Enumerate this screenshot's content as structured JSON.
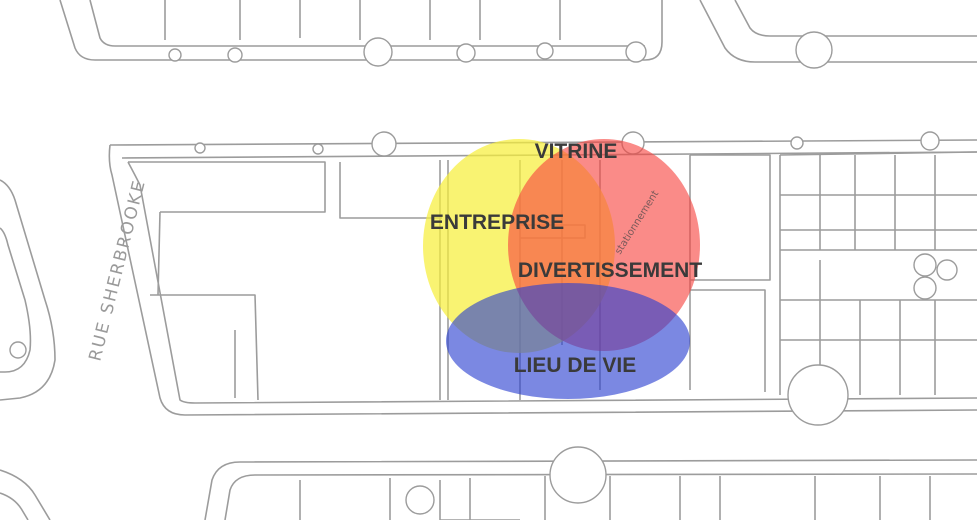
{
  "map": {
    "street_label": "RUE SHERBROOKE",
    "small_label": "stationnement"
  },
  "venn": {
    "labels": {
      "top": "VITRINE",
      "left": "ENTREPRISE",
      "center": "DIVERTISSEMENT",
      "bottom": "LIEU DE VIE"
    },
    "colors": {
      "yellow": "#f6ee3b",
      "red": "#f7443f",
      "blue": "#2a3fd0"
    }
  }
}
